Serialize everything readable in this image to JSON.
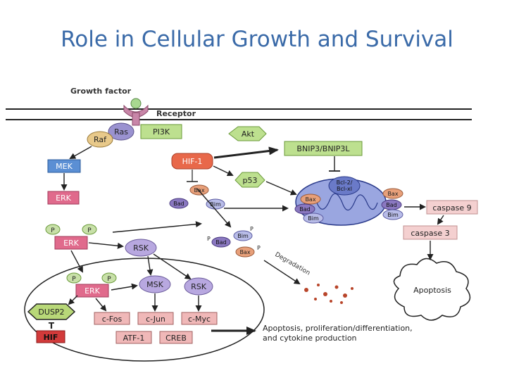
{
  "title": "Role in Cellular Growth and Survival",
  "labels": {
    "growth_factor": "Growth factor",
    "receptor": "Receptor",
    "ras": "Ras",
    "raf": "Raf",
    "pi3k": "PI3K",
    "akt": "Akt",
    "hif1": "HIF-1",
    "bnip3": "BNIP3/BNIP3L",
    "p53": "p53",
    "mek": "MEK",
    "erk": "ERK",
    "p": "P",
    "rsk": "RSK",
    "msk": "MSK",
    "dusp2": "DUSP2",
    "t": "T",
    "hif": "HIF",
    "cfos": "c-Fos",
    "cjun": "c-Jun",
    "cmyc": "c-Myc",
    "atf1": "ATF-1",
    "creb": "CREB",
    "bax": "Bax",
    "bad": "Bad",
    "bim": "Bim",
    "bcl2": "Bcl-2/",
    "bclxl": "Bcl-xl",
    "caspase9": "caspase 9",
    "caspase3": "caspase 3",
    "apoptosis": "Apoptosis",
    "degradation": "Degradation",
    "outcome_line1": "Apoptosis, proliferation/differentiation,",
    "outcome_line2": "and cytokine production"
  },
  "colors": {
    "title": "#3a6aa8",
    "mek": "#5b8fd4",
    "erk": "#e06a8c",
    "p": "#c8e0a8",
    "green_box": "#bde08f",
    "ras": "#9a92d0",
    "raf": "#e8c98a",
    "hif1": "#e8684a",
    "pink_box": "#f0b8b8",
    "dusp2": "#b8d878",
    "hif_red": "#d23a3a",
    "mito": "#9aa6e0",
    "bax": "#e8a07a",
    "bad": "#8a78c0",
    "bim": "#b8bce8",
    "degradation_dots": "#b8452a"
  }
}
